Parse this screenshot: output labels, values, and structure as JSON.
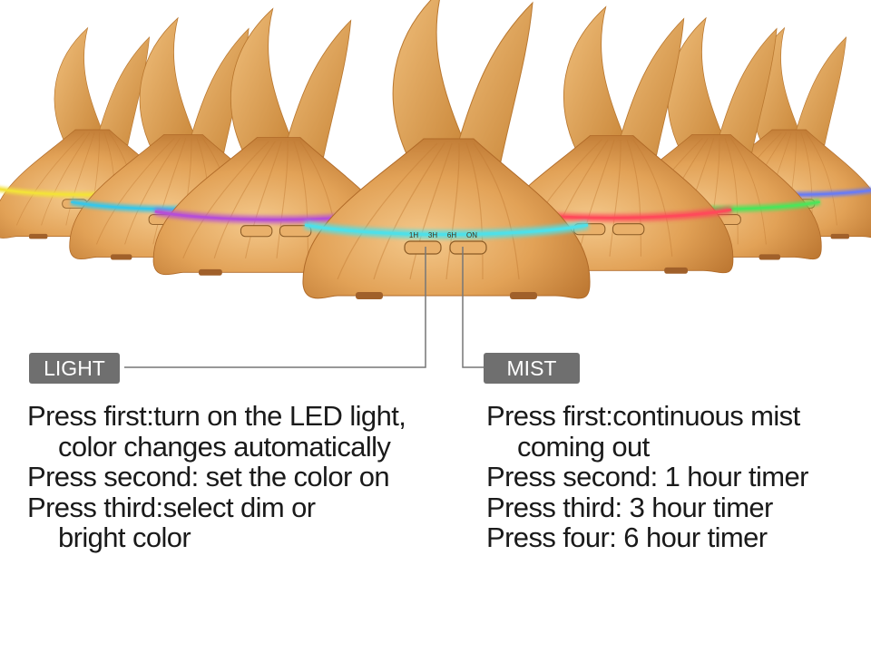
{
  "diffuser": {
    "light_colors": [
      "#f3e23a",
      "#38c6e8",
      "#b64fd6",
      "#4fe0e8",
      "#ff4a5a",
      "#4fe35a",
      "#6a7cf2"
    ],
    "body_color": "#e7a95b",
    "buttons": {
      "timer_labels": [
        "1H",
        "3H",
        "6H",
        "ON"
      ],
      "left": "LIGHT",
      "right": "MIST"
    }
  },
  "light": {
    "label": "LIGHT",
    "lines": [
      "Press first:turn on the LED light,",
      "color changes automatically",
      "Press second: set the color on",
      "Press third:select dim or",
      "bright color"
    ]
  },
  "mist": {
    "label": "MIST",
    "lines": [
      "Press first:continuous mist",
      "coming out",
      "Press second: 1 hour timer",
      "Press third: 3 hour timer",
      "Press four: 6 hour timer"
    ]
  }
}
